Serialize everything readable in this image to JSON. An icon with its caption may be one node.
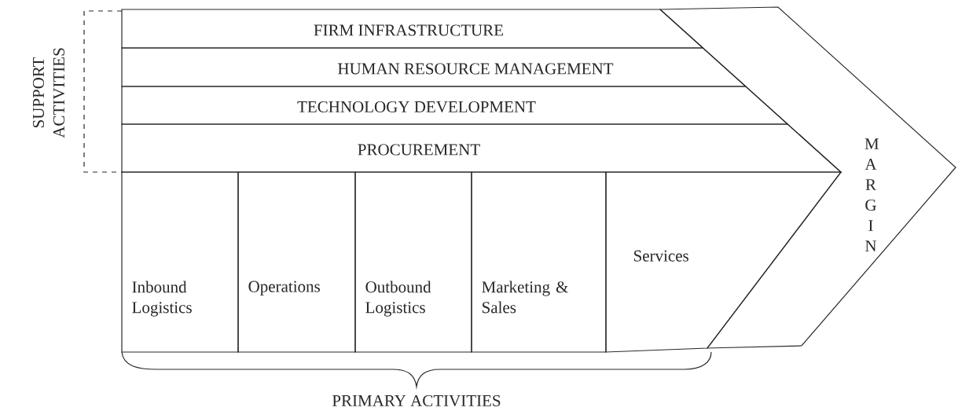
{
  "diagram": {
    "nodes": [
      {
        "text": [
          "FIRM INFRASTRUCTURE"
        ]
      },
      {
        "text": [
          "HUMAN RESOURCE MANAGEMENT"
        ]
      },
      {
        "text": [
          "TECHNOLOGY DEVELOPMENT"
        ]
      },
      {
        "text": [
          "PROCUREMENT"
        ]
      },
      {
        "text": [
          "Inbound Logistics"
        ]
      },
      {
        "text": [
          "Operations"
        ]
      },
      {
        "text": [
          "Outbound Logistics"
        ]
      },
      {
        "text": [
          "Marketing & Sales"
        ]
      },
      {
        "text": [
          "Services"
        ]
      },
      {
        "text": [
          "M A R G I N"
        ]
      }
    ],
    "labels": [
      "SUPPORT ACTIVITIES",
      "PRIMARY ACTIVITIES"
    ]
  }
}
